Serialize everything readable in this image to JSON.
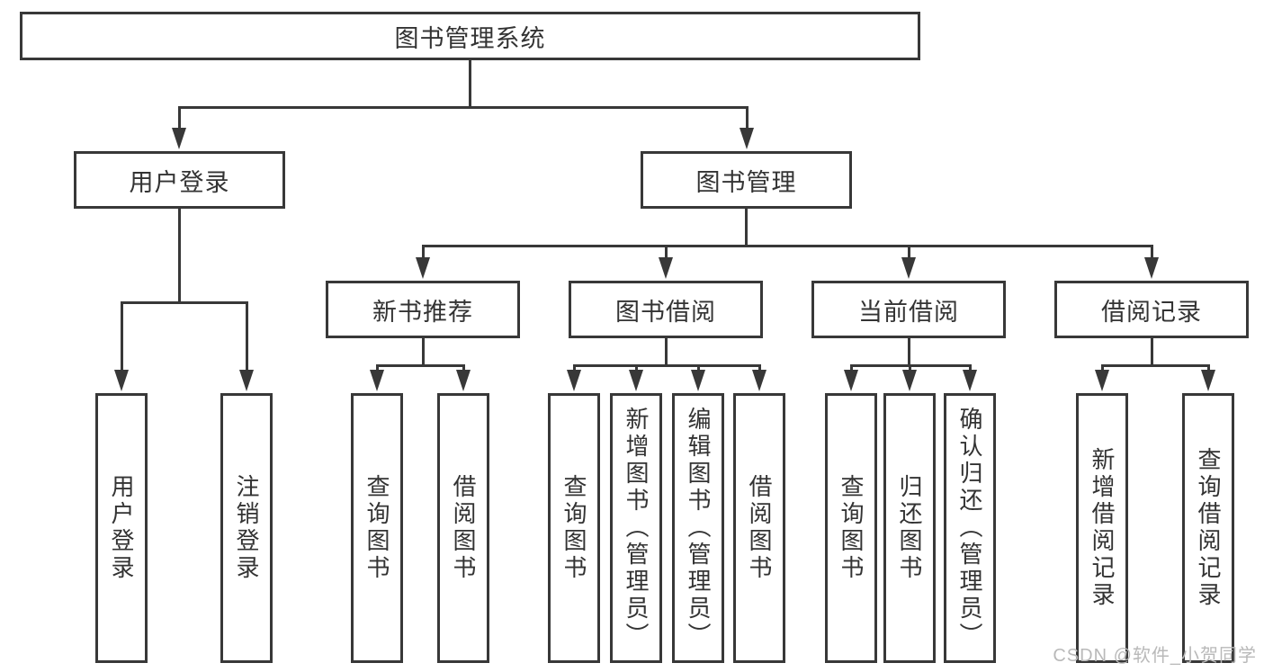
{
  "diagram": {
    "type": "hierarchy-tree",
    "root": {
      "label": "图书管理系统"
    },
    "branches": [
      {
        "label": "用户登录",
        "children": [
          {
            "label": "用户登录"
          },
          {
            "label": "注销登录"
          }
        ]
      },
      {
        "label": "图书管理",
        "sections": [
          {
            "label": "新书推荐",
            "children": [
              {
                "label": "查询图书"
              },
              {
                "label": "借阅图书"
              }
            ]
          },
          {
            "label": "图书借阅",
            "children": [
              {
                "label": "查询图书"
              },
              {
                "label": "新增图书（管理员）"
              },
              {
                "label": "编辑图书（管理员）"
              },
              {
                "label": "借阅图书"
              }
            ]
          },
          {
            "label": "当前借阅",
            "children": [
              {
                "label": "查询图书"
              },
              {
                "label": "归还图书"
              },
              {
                "label": "确认归还（管理员）"
              }
            ]
          },
          {
            "label": "借阅记录",
            "children": [
              {
                "label": "新增借阅记录"
              },
              {
                "label": "查询借阅记录"
              }
            ]
          }
        ]
      }
    ]
  },
  "watermark": {
    "text": "CSDN @软件_小贺同学"
  },
  "colors": {
    "line": "#383838",
    "text": "#333333",
    "watermark_text": "#b9b9b9",
    "background": "#ffffff"
  }
}
